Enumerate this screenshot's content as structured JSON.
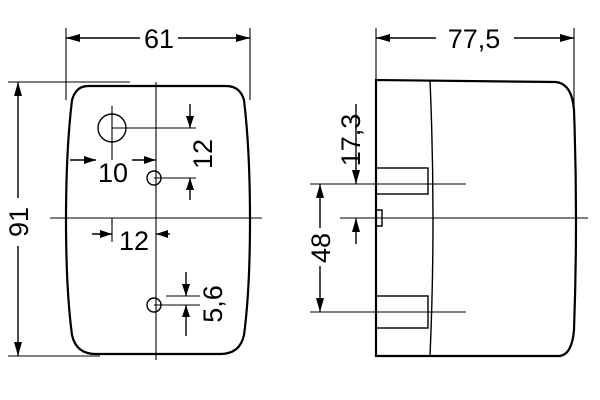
{
  "front_view": {
    "width_label": "61",
    "height_label": "91",
    "hole_h_offset_label": "10",
    "hole_v_offset_label": "12",
    "small_hole_h_label": "12",
    "small_hole_spacing_label": "5,6"
  },
  "side_view": {
    "depth_label": "77,5",
    "offset_label": "17,3",
    "spacing_label": "48"
  }
}
